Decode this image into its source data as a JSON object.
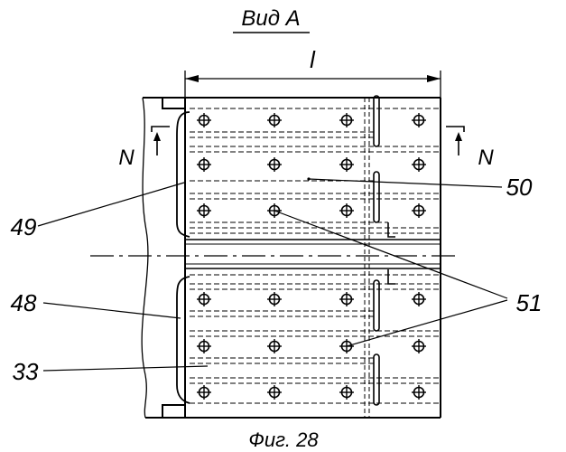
{
  "view_title": "Вид А",
  "dimension_label": "l",
  "section_left": "N",
  "section_right": "N",
  "callouts": {
    "c49": "49",
    "c50": "50",
    "c51": "51",
    "c48": "48",
    "c33": "33"
  },
  "caption": "Фиг. 28"
}
